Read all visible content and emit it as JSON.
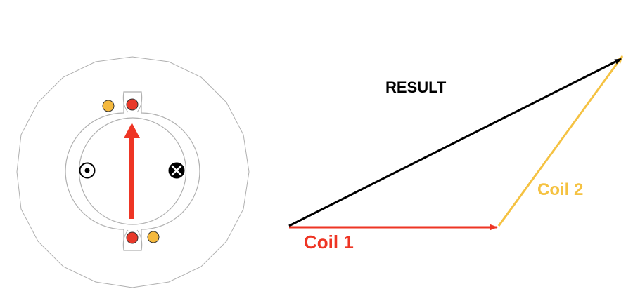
{
  "labels": {
    "result": "RESULT",
    "coil1": "Coil 1",
    "coil2": "Coil 2"
  },
  "colors": {
    "coil1": "#ee3524",
    "coil2": "#f5c242",
    "result": "#000000",
    "outline": "#a8a8a8",
    "conductor_red": "#e8392a",
    "conductor_yellow": "#f5b93e"
  },
  "icons": {
    "left_conductor": "current-out-of-page-icon",
    "right_conductor": "current-into-page-icon"
  }
}
